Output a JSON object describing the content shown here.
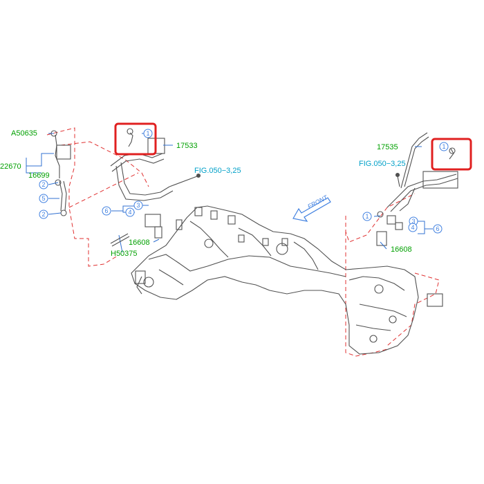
{
  "colors": {
    "background": "#ffffff",
    "part_label": "#00a000",
    "reference_label": "#00a0c8",
    "leader": "#3070d0",
    "callout_ring": "#4080e0",
    "dashed_outline": "#e03030",
    "highlight_box": "#e02020",
    "drawing": "#505050"
  },
  "labels": {
    "a50635": "A50635",
    "p22670": "22670",
    "p16699": "16699",
    "p17533": "17533",
    "p16608_left": "16608",
    "h50375": "H50375",
    "p17535": "17535",
    "p16608_right": "16608"
  },
  "references": {
    "left_fig": "FIG.050−3,25",
    "right_fig": "FIG.050−3,25",
    "front": "FRONT"
  },
  "callouts": {
    "c1_left": "1",
    "c2_upper": "2",
    "c5": "5",
    "c2_lower": "2",
    "c3": "3",
    "c6_left": "6",
    "c4_left": "4",
    "c1_right_top": "1",
    "c1_right": "1",
    "c3_right": "3",
    "c4_right": "4",
    "c6_right": "6"
  }
}
